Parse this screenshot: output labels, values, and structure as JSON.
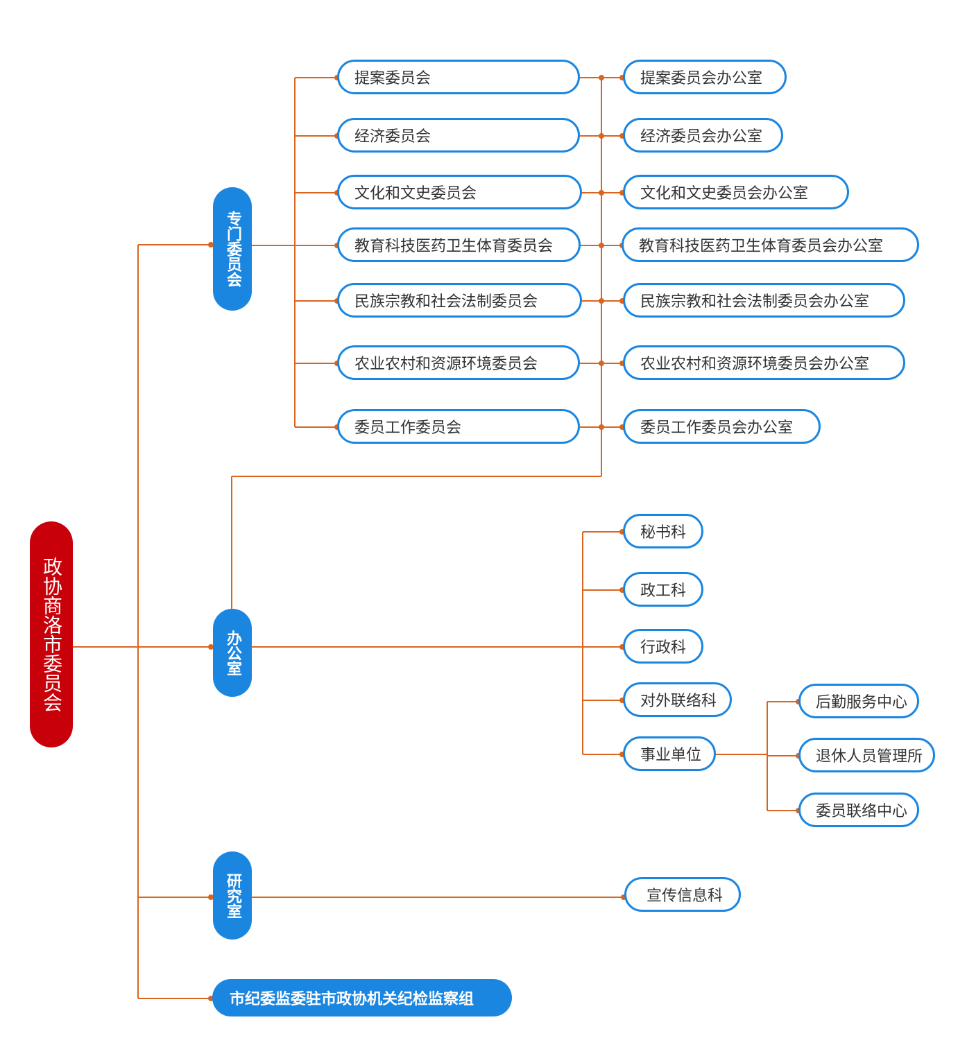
{
  "root": {
    "label": "政协商洛市委员会"
  },
  "departments": {
    "committees": "专门委员会",
    "office": "办公室",
    "research": "研究室",
    "discipline": "市纪委监委驻市政协机关纪检监察组"
  },
  "committee_items": [
    {
      "name": "提案委员会",
      "office": "提案委员会办公室"
    },
    {
      "name": "经济委员会",
      "office": "经济委员会办公室"
    },
    {
      "name": "文化和文史委员会",
      "office": "文化和文史委员会办公室"
    },
    {
      "name": "教育科技医药卫生体育委员会",
      "office": "教育科技医药卫生体育委员会办公室"
    },
    {
      "name": "民族宗教和社会法制委员会",
      "office": "民族宗教和社会法制委员会办公室"
    },
    {
      "name": "农业农村和资源环境委员会",
      "office": "农业农村和资源环境委员会办公室"
    },
    {
      "name": "委员工作委员会",
      "office": "委员工作委员会办公室"
    }
  ],
  "office_sections": [
    "秘书科",
    "政工科",
    "行政科",
    "对外联络科",
    "事业单位"
  ],
  "public_units": [
    "后勤服务中心",
    "退休人员管理所",
    "委员联络中心"
  ],
  "research_sections": [
    "宣传信息科"
  ],
  "colors": {
    "line": "#d9661f",
    "blue": "#1b86e0",
    "red": "#c8000a"
  }
}
